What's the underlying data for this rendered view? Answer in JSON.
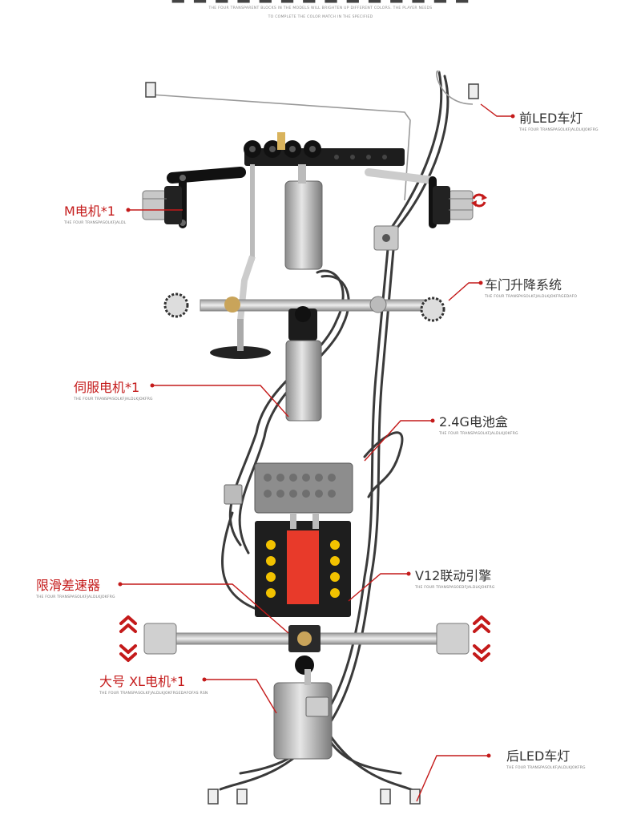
{
  "header": {
    "subtitle_line1": "THE FOUR TRANSPARENT BLOCKS IN THE MODELS WILL BRIGHTEN UP DIFFERENT COLORS. THE PLAYER NEEDS",
    "subtitle_line2": "TO COMPLETE THE COLOR MATCH IN THE SPECIFIED"
  },
  "labels": {
    "front_led": {
      "text": "前LED车灯",
      "sub": "THE FOUR TRANSPASOLKFJALDLKJOKFRG"
    },
    "m_motor": {
      "text": "M电机*1",
      "sub": "THE FOUR TRANSPASOLKFJALDL"
    },
    "door_lift": {
      "text": "车门升降系统",
      "sub": "THE FOUR TRANSPASOLKFJALDLKJOKFRGEDAFO"
    },
    "servo": {
      "text": "伺服电机*1",
      "sub": "THE FOUR TRANSPASOLKFJALDLKJOKFRG"
    },
    "battery": {
      "text": "2.4G电池盒",
      "sub": "THE FOUR TRANSPASOLKFJALDLKJOKFRG"
    },
    "differential": {
      "text": "限滑差速器",
      "sub": "THE FOUR TRANSPASOLKFJALDLKJOKFRG"
    },
    "v12": {
      "text": "V12联动引擎",
      "sub": "THE FOUR TRANSPASOEDFJALDLKJOKFRG"
    },
    "xl_motor": {
      "text": "大号 XL电机*1",
      "sub": "THE FOUR TRANSPASOLKFJALDLKJOKFRGEDAFOFAS RSN"
    },
    "rear_led": {
      "text": "后LED车灯",
      "sub": "THE FOUR TRANSPASOLKFJALDLKJOKFRG"
    }
  },
  "icons": [
    "rotate-icon",
    "arrow-up-double-icon",
    "arrow-down-double-icon"
  ],
  "colors": {
    "accent": "#c41a1a",
    "engine_red": "#e83a2a",
    "piston_yellow": "#f2c200",
    "dark": "#222222",
    "grey": "#9a9a9a"
  }
}
